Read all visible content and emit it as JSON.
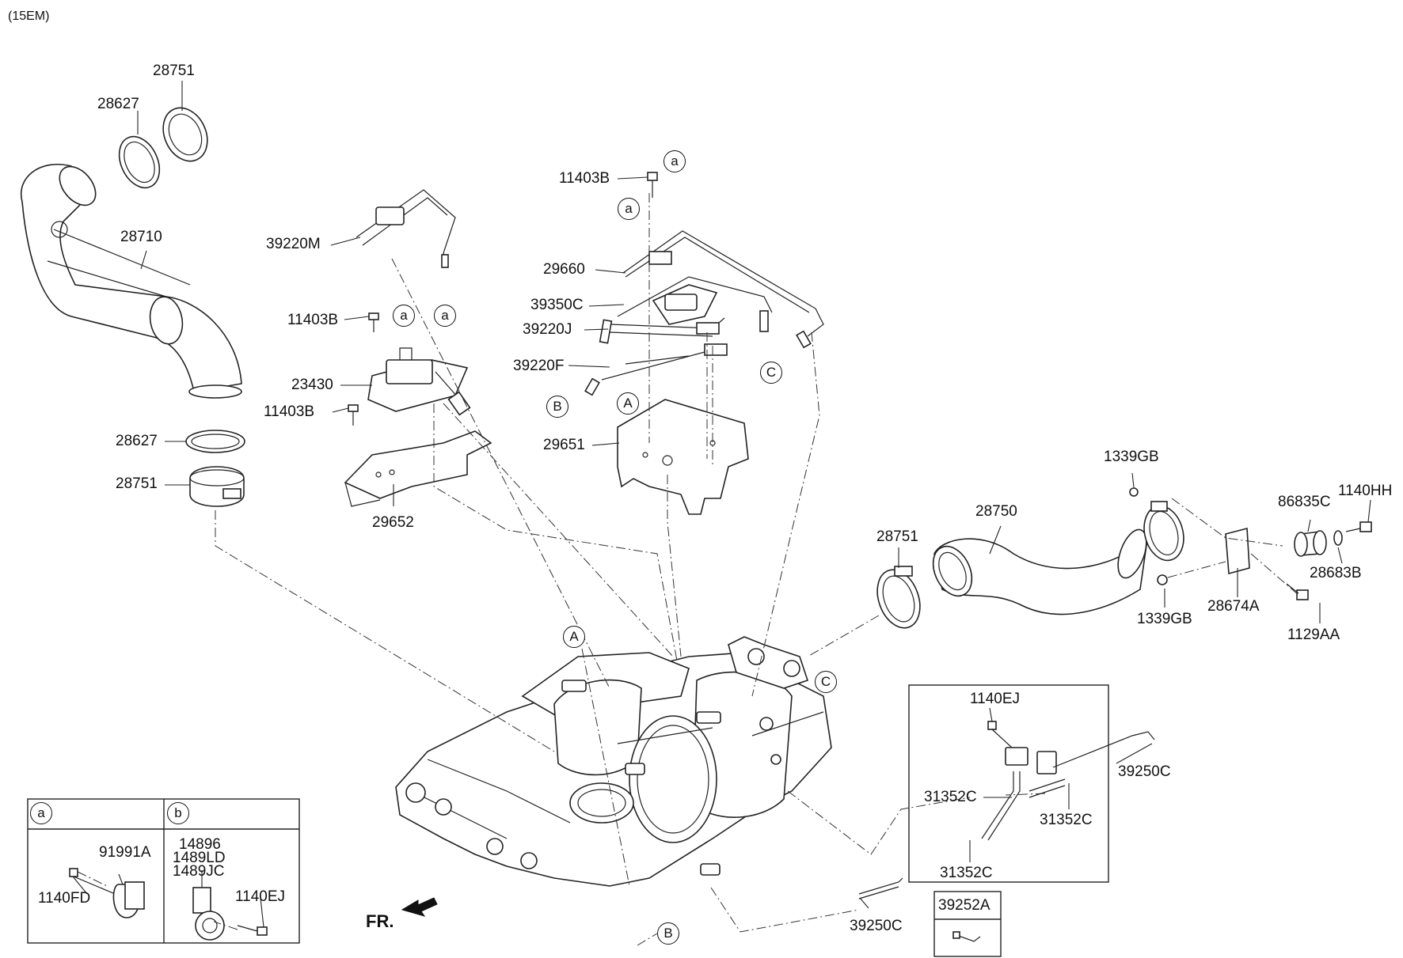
{
  "header": {
    "code": "(15EM)"
  },
  "labels": {
    "l28751a": "28751",
    "l28627a": "28627",
    "l28710": "28710",
    "l28627b": "28627",
    "l28751b": "28751",
    "l39220M": "39220M",
    "l11403Ba": "11403B",
    "l23430": "23430",
    "l11403Bb": "11403B",
    "l29652": "29652",
    "l11403Bc": "11403B",
    "l29660": "29660",
    "l39350C": "39350C",
    "l39220J": "39220J",
    "l39220F": "39220F",
    "l29651": "29651",
    "l1339GBa": "1339GB",
    "l28750": "28750",
    "l28751c": "28751",
    "l86835C": "86835C",
    "l1140HH": "1140HH",
    "l28683B": "28683B",
    "l1339GBb": "1339GB",
    "l28674A": "28674A",
    "l1129AA": "1129AA",
    "l1140EJa": "1140EJ",
    "l31352Ca": "31352C",
    "l31352Cb": "31352C",
    "l31352Cc": "31352C",
    "l39250Ca": "39250C",
    "l39250Cb": "39250C",
    "l39252A": "39252A",
    "l91991A": "91991A",
    "l1140FD": "1140FD",
    "l14896": "14896",
    "l1489LD": "1489LD",
    "l1489JC": "1489JC",
    "l1140EJb": "1140EJ",
    "fr": "FR."
  },
  "refs": {
    "a": "a",
    "b": "b",
    "A": "A",
    "B": "B",
    "C": "C"
  }
}
